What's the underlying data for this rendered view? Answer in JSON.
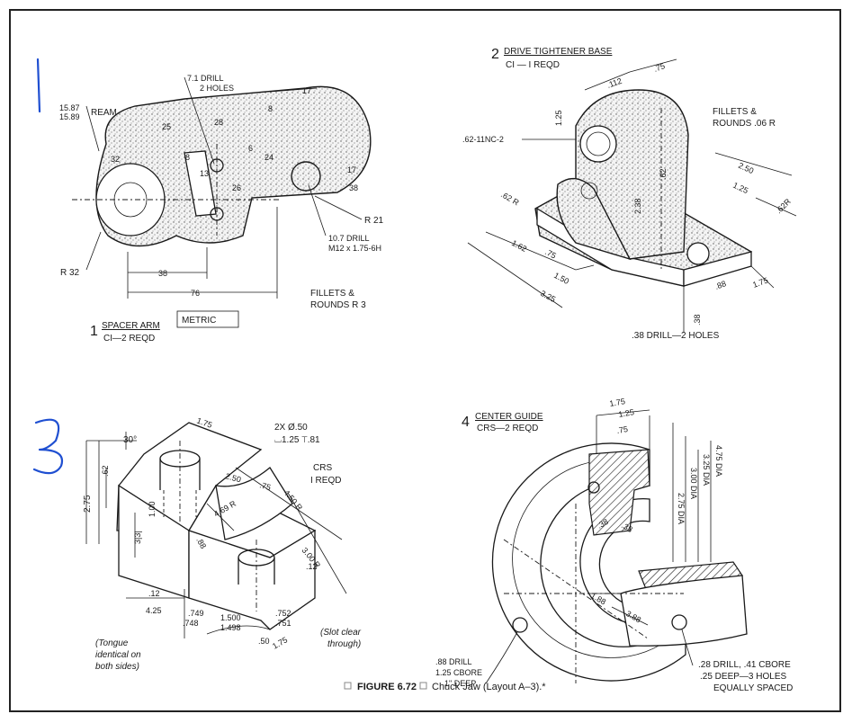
{
  "annotations": {
    "mark_1": "1",
    "mark_3": "3"
  },
  "fig1": {
    "number": "1",
    "title": "SPACER ARM",
    "qty": "CI—2 REQD",
    "units_box": "METRIC",
    "labels": {
      "drill": "7.1 DRILL",
      "holes": "2 HOLES",
      "ream_a": "15.87",
      "ream_b": "15.89",
      "ream": "REAM",
      "d17a": "17",
      "d8": "8",
      "d28": "28",
      "d25": "25",
      "d32": "32",
      "d8b": "8",
      "d13": "13",
      "d26": "26",
      "d6": "6",
      "d24": "24",
      "d17b": "17",
      "d38a": "38",
      "r21": "R 21",
      "drill2": "10.7 DRILL",
      "thread": "M12 x 1.75-6H",
      "r32": "R 32",
      "d38b": "38",
      "d76": "76",
      "fillets": "FILLETS &",
      "rounds": "ROUNDS R 3"
    }
  },
  "fig2": {
    "number": "2",
    "title": "DRIVE TIGHTENER BASE",
    "qty": "CI — I REQD",
    "labels": {
      "d112": ".112",
      "d75": ".75",
      "d125": "1.25",
      "thread": ".62-11NC-2",
      "r62": ".62 R",
      "d238": "2.38",
      "d62": ".62",
      "fillets": "FILLETS &",
      "rounds": "ROUNDS .06 R",
      "d250": "2.50",
      "d125b": "1.25",
      "r62b": ".62R",
      "d162": "1.62",
      "d75b": ".75",
      "d150": "1.50",
      "d325": "3.25",
      "d88": ".88",
      "d175": "1.75",
      "d38": ".38",
      "drill": ".38 DRILL—2 HOLES"
    }
  },
  "fig3": {
    "labels": {
      "angle": "30°",
      "d62": ".62",
      "d275": "2.75",
      "d175": "1.75",
      "holes": "2X Ø.50",
      "cbore": "⌴1.25 ⊤.81",
      "crs": "CRS",
      "reqd": "I REQD",
      "d250": "2.50",
      "d75": ".75",
      "r450": "4.50 R",
      "d100": "1.00",
      "d3131": "3|3|",
      "r469": "4.69 R",
      "d88": ".88",
      "r300": "3.00 R",
      "d12a": ".12",
      "d12b": ".12",
      "d425": "4.25",
      "d749": ".749",
      "d748": ".748",
      "d1500": "1.500",
      "d1498": "1.498",
      "d50": ".50",
      "d752": ".752",
      "d751": ".751",
      "d175b": "1.75",
      "tongue1": "(Tongue",
      "tongue2": "identical on",
      "tongue3": "both sides)",
      "slot1": "(Slot clear",
      "slot2": "through)"
    }
  },
  "fig4": {
    "number": "4",
    "title": "CENTER GUIDE",
    "qty": "CRS—2 REQD",
    "labels": {
      "d175": "1.75",
      "d125": "1.25",
      "d75": ".75",
      "dia475": "4.75 DIA",
      "dia325": "3.25 DIA",
      "dia300": "3.00 DIA",
      "dia275": "2.75 DIA",
      "d38a": ".38",
      "d38b": ".38",
      "d188": "1.88",
      "d388": "3.88",
      "drill1": ".88 DRILL",
      "drill2": "1.25 CBORE",
      "drill3": "1\" DEEP",
      "note1": ".28 DRILL, .41 CBORE",
      "note2": ".25 DEEP—3 HOLES",
      "note3": "EQUALLY SPACED"
    }
  },
  "caption": {
    "figure": "FIGURE 6.72",
    "text": "Chuck Jaw (Layout A–3).*"
  },
  "colors": {
    "ink": "#1a1a1a",
    "annotation": "#1f4fd1"
  }
}
